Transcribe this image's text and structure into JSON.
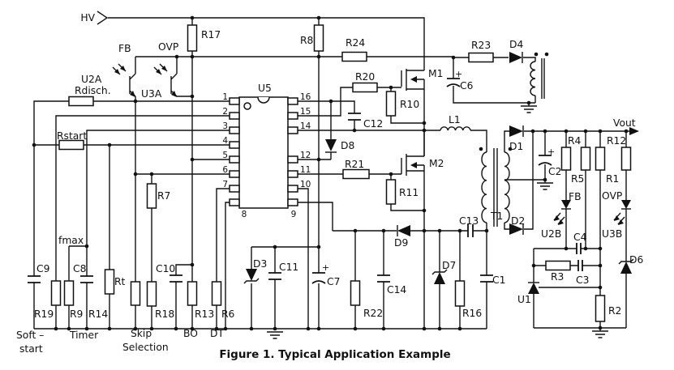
{
  "figure": {
    "caption": "Figure 1. Typical Application Example"
  },
  "ports": {
    "hv": "HV",
    "vout": "Vout"
  },
  "ic_u5": {
    "ref": "U5",
    "left_pins": [
      "1",
      "2",
      "3",
      "4",
      "5",
      "6",
      "7",
      "8"
    ],
    "right_pins": [
      "16",
      "15",
      "14",
      "12",
      "11",
      "10",
      "9"
    ]
  },
  "pin_functions": {
    "soft_start_line1": "Soft –",
    "soft_start_line2": "start",
    "timer": "Timer",
    "skip_line1": "Skip",
    "skip_line2": "Selection",
    "bo": "BO",
    "dt": "DT",
    "fmax": "fmax",
    "fb_primary": "FB",
    "ovp_primary": "OVP",
    "fb_secondary": "FB",
    "ovp_secondary": "OVP"
  },
  "polarity": {
    "plus": "+"
  },
  "components": {
    "r17": "R17",
    "r8": "R8",
    "r24": "R24",
    "r20": "R20",
    "r10": "R10",
    "c12": "C12",
    "r23": "R23",
    "d4": "D4",
    "c6": "C6",
    "m1": "M1",
    "d8": "D8",
    "r21": "R21",
    "m2": "M2",
    "r11": "R11",
    "l1": "L1",
    "rstart": "Rstart",
    "rdisch": "Rdisch.",
    "u2a": "U2A",
    "u3a": "U3A",
    "c9": "C9",
    "c8": "C8",
    "rt": "Rt",
    "c10": "C10",
    "r7": "R7",
    "r19": "R19",
    "r9": "R9",
    "r14": "R14",
    "r18": "R18",
    "r13": "R13",
    "r6": "R6",
    "d3": "D3",
    "c11": "C11",
    "c7": "C7",
    "r22": "R22",
    "c14": "C14",
    "d9": "D9",
    "d7": "D7",
    "r16": "R16",
    "c1": "C1",
    "c13": "C13",
    "t1": "T1",
    "d1": "D1",
    "d2": "D2",
    "c2": "C2",
    "r4": "R4",
    "r5": "R5",
    "r12": "R12",
    "r1": "R1",
    "u2b": "U2B",
    "u3b": "U3B",
    "c4": "C4",
    "d6": "D6",
    "r3": "R3",
    "c3": "C3",
    "u1": "U1",
    "r2": "R2"
  }
}
